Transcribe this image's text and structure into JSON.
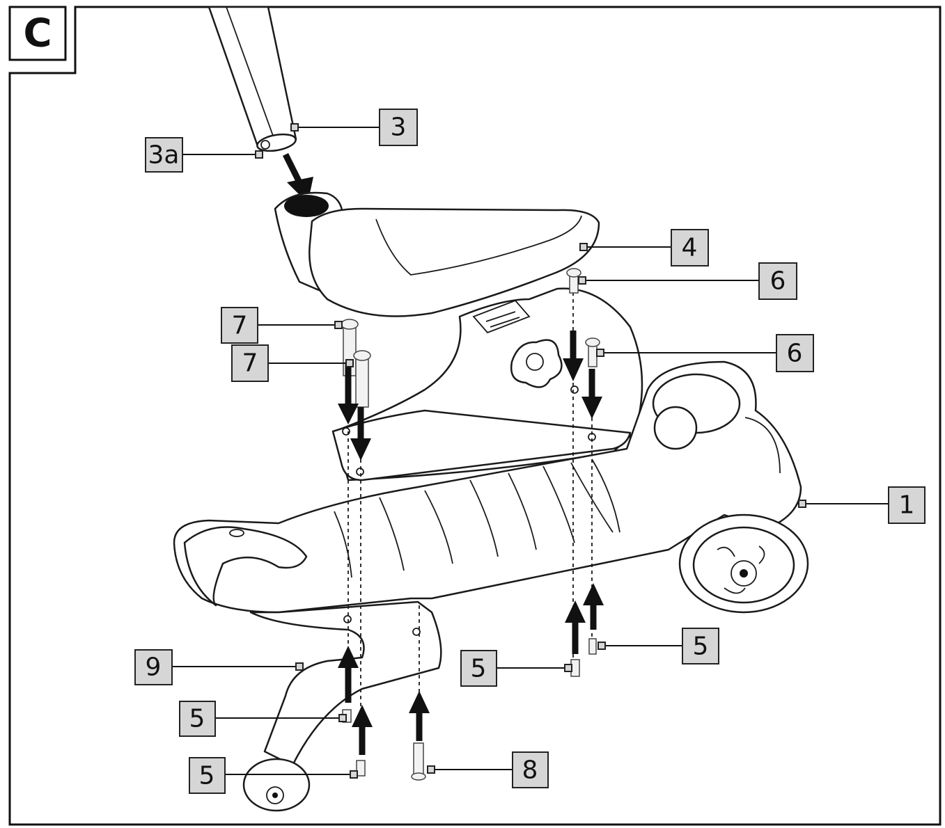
{
  "step_label": "C",
  "callouts": {
    "c1": "1",
    "c3": "3",
    "c3a": "3a",
    "c4": "4",
    "c5a": "5",
    "c5b": "5",
    "c5c": "5",
    "c5d": "5",
    "c6a": "6",
    "c6b": "6",
    "c7a": "7",
    "c7b": "7",
    "c8": "8",
    "c9": "9"
  }
}
